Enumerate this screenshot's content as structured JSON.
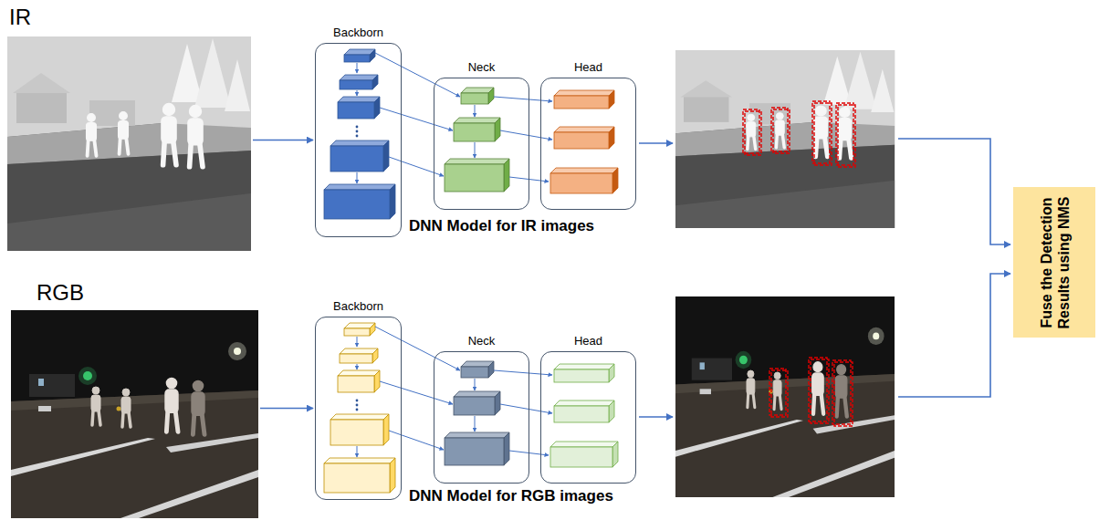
{
  "diagram": {
    "nodes": [
      {
        "text": [
          "IR"
        ]
      },
      {
        "text": [
          "Backborn"
        ]
      },
      {
        "text": [
          "Neck"
        ]
      },
      {
        "text": [
          "Head"
        ]
      },
      {
        "text": [
          "RGB"
        ]
      },
      {
        "text": [
          "Backborn"
        ]
      },
      {
        "text": [
          "Neck"
        ]
      },
      {
        "text": [
          "Head"
        ]
      },
      {
        "text": [
          "Fuse the Detection Results using NMS"
        ]
      }
    ],
    "edges": [
      {
        "from": 0,
        "to": 1,
        "arrow": "to"
      },
      {
        "from": 4,
        "to": 5,
        "arrow": "to"
      }
    ],
    "labels": [
      "DNN Model for IR images",
      "DNN Model for RGB images"
    ]
  }
}
